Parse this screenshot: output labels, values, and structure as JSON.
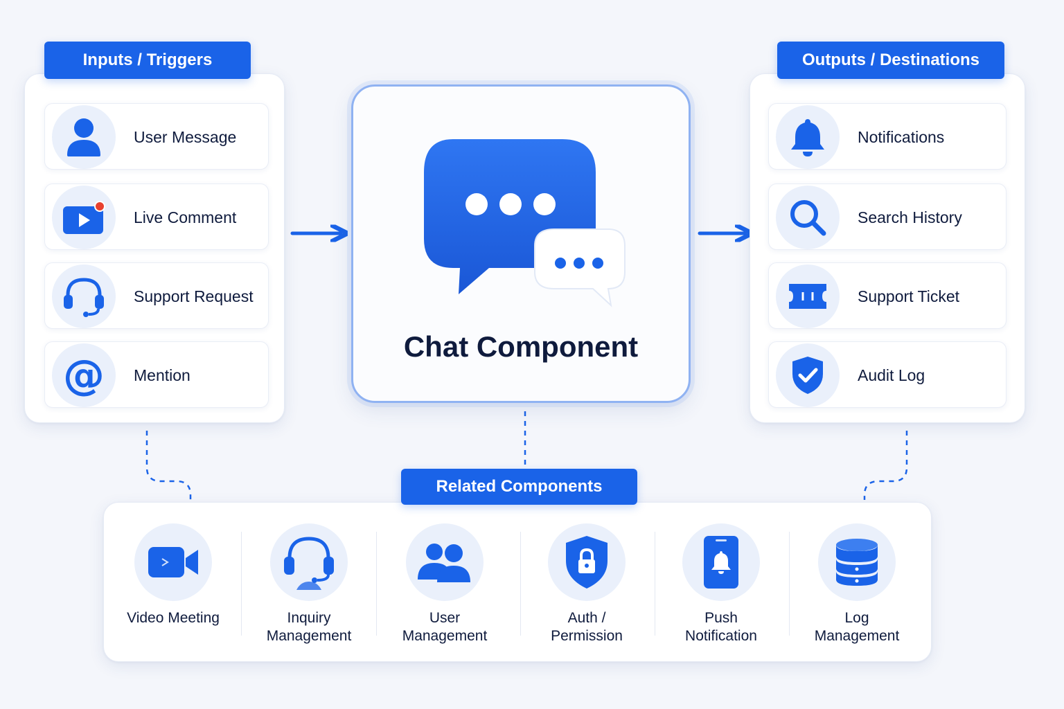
{
  "inputs": {
    "title": "Inputs / Triggers",
    "items": [
      {
        "label": "User Message",
        "icon": "user-icon"
      },
      {
        "label": "Live Comment",
        "icon": "video-play-icon"
      },
      {
        "label": "Support Request",
        "icon": "headset-icon"
      },
      {
        "label": "Mention",
        "icon": "at-sign-icon"
      }
    ]
  },
  "center": {
    "title": "Chat Component",
    "icon": "chat-bubbles-icon"
  },
  "outputs": {
    "title": "Outputs / Destinations",
    "items": [
      {
        "label": "Notifications",
        "icon": "bell-icon"
      },
      {
        "label": "Search History",
        "icon": "magnifier-icon"
      },
      {
        "label": "Support Ticket",
        "icon": "ticket-icon"
      },
      {
        "label": "Audit Log",
        "icon": "shield-check-icon"
      }
    ]
  },
  "related": {
    "title": "Related Components",
    "items": [
      {
        "label": "Video Meeting",
        "icon": "video-camera-icon"
      },
      {
        "label": "Inquiry\nManagement",
        "icon": "headset-icon"
      },
      {
        "label": "User\nManagement",
        "icon": "users-icon"
      },
      {
        "label": "Auth /\nPermission",
        "icon": "shield-lock-icon"
      },
      {
        "label": "Push\nNotification",
        "icon": "phone-bell-icon"
      },
      {
        "label": "Log\nManagement",
        "icon": "database-icon"
      }
    ]
  },
  "colors": {
    "accent": "#1a63e8",
    "icon_bg": "#eaf0fb",
    "text": "#0f1b3d",
    "alert_dot": "#e8412f"
  }
}
